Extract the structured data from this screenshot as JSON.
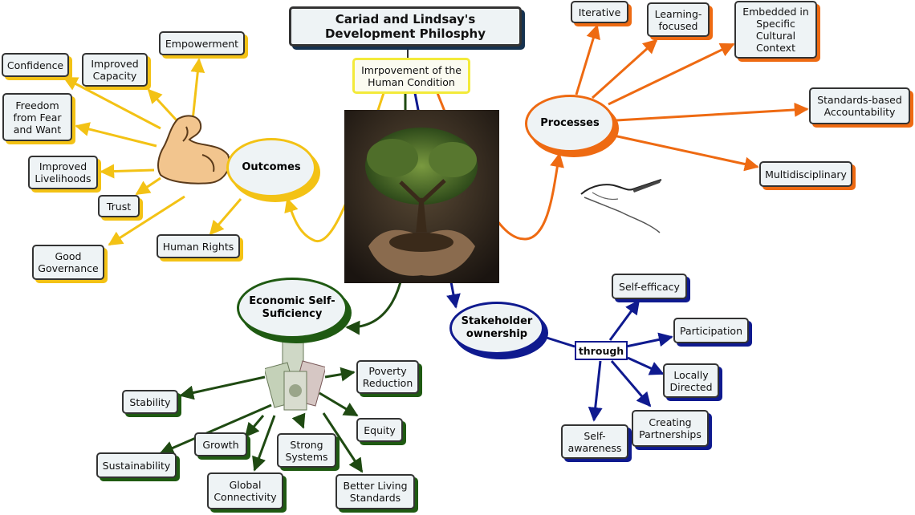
{
  "title": "Cariad and Lindsay's Development Philosphy",
  "root": "Imrpovement of the Human Condition",
  "hubs": {
    "outcomes": "Outcomes",
    "processes": "Processes",
    "economic": "Economic Self-Suficiency",
    "stakeholder": "Stakeholder ownership",
    "through": "through"
  },
  "outcomes_items": {
    "confidence": "Confidence",
    "improved_capacity": "Improved Capacity",
    "empowerment": "Empowerment",
    "freedom": "Freedom from Fear and Want",
    "livelihoods": "Improved Livelihoods",
    "trust": "Trust",
    "human_rights": "Human Rights",
    "governance": "Good Governance"
  },
  "processes_items": {
    "iterative": "Iterative",
    "learning": "Learning-focused",
    "embedded": "Embedded in Specific Cultural Context",
    "standards": "Standards-based Accountability",
    "multidisciplinary": "Multidisciplinary"
  },
  "economic_items": {
    "poverty": "Poverty Reduction",
    "stability": "Stability",
    "equity": "Equity",
    "growth": "Growth",
    "strong_systems": "Strong Systems",
    "sustainability": "Sustainability",
    "global": "Global Connectivity",
    "living": "Better Living Standards"
  },
  "stakeholder_items": {
    "self_efficacy": "Self-efficacy",
    "participation": "Participation",
    "locally": "Locally Directed",
    "partnerships": "Creating Partnerships",
    "self_awareness": "Self-awareness"
  },
  "colors": {
    "outcomes": "#f3c215",
    "processes": "#ee6a12",
    "economic": "#1f5a12",
    "stakeholder": "#0f1a8f"
  },
  "images": {
    "center": "tree-in-hands-photo",
    "outcomes": "flexed-arm-icon",
    "processes": "hand-writing-icon",
    "economic": "money-bills-icon"
  }
}
